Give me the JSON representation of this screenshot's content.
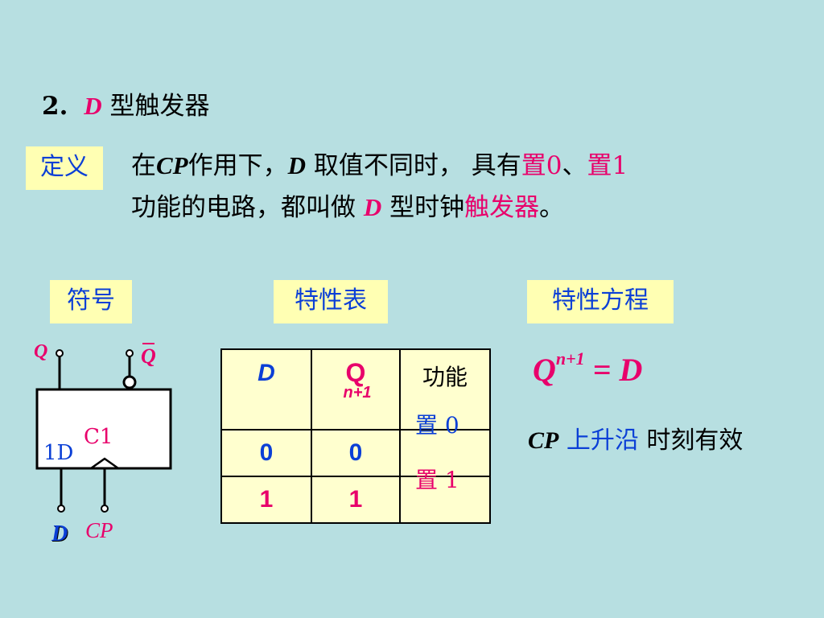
{
  "heading": {
    "number": "2.",
    "d": "D",
    "text": "型触发器"
  },
  "definition": {
    "tag": "定义",
    "line1_a": "在",
    "line1_cp": "CP",
    "line1_b": "作用下，",
    "line1_d": "D",
    "line1_c": " 取值不同时， 具有",
    "line1_set0": "置0",
    "line1_sep": "、",
    "line1_set1": "置1",
    "line2_a": "功能的电路，都叫做 ",
    "line2_d": "D",
    "line2_b": " 型时钟",
    "line2_ff": "触发器",
    "line2_end": "。"
  },
  "sections": {
    "symbol": "符号",
    "table": "特性表",
    "equation": "特性方程"
  },
  "symbol": {
    "q": "Q",
    "qbar": "Q",
    "c1": "C1",
    "one_d": "1D",
    "d_in": "D",
    "cp_in": "CP"
  },
  "truth_table": {
    "headers": {
      "d": "D",
      "q": "Q",
      "q_sup": "n+1",
      "func": "功能"
    },
    "rows": [
      {
        "d": "0",
        "q": "0"
      },
      {
        "d": "1",
        "q": "1"
      }
    ],
    "func_set0": "置 0",
    "func_set1": "置 1"
  },
  "equation": {
    "q": "Q",
    "sup": "n+1",
    "rhs": " = D"
  },
  "note": {
    "cp": "CP",
    "rise": " 上升沿",
    "rest": " 时刻有效"
  },
  "colors": {
    "background": "#b7dfe1",
    "label_bg": "#ffffb3",
    "pink": "#e8006b",
    "blue": "#0b3fd6",
    "table_bg": "#ffffcf"
  }
}
